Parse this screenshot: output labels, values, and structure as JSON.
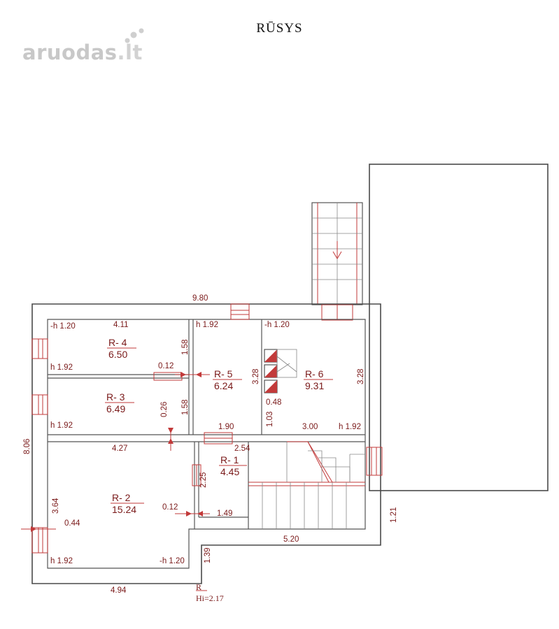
{
  "title": "RŪSYS",
  "logo": {
    "text": "aruodas",
    "suffix": ".lt"
  },
  "rooms": [
    {
      "id": "R- 4",
      "area": "6.50"
    },
    {
      "id": "R- 3",
      "area": "6.49"
    },
    {
      "id": "R- 5",
      "area": "6.24"
    },
    {
      "id": "R- 6",
      "area": "9.31"
    },
    {
      "id": "R- 1",
      "area": "4.45"
    },
    {
      "id": "R- 2",
      "area": "15.24"
    }
  ],
  "heights": [
    "-h 1.20",
    "h 1.92",
    "-h 1.20",
    "h 1.92",
    "h 1.92",
    "h 1.92",
    "h 1.92",
    "-h 1.20"
  ],
  "dimensions": [
    "9.80",
    "4.11",
    "0.12",
    "1.58",
    "3.28",
    "3.28",
    "0.26",
    "1.58",
    "0.48",
    "1.03",
    "1.90",
    "3.00",
    "4.27",
    "2.54",
    "8.06",
    "3.64",
    "0.44",
    "0.12",
    "2.25",
    "1.49",
    "1.21",
    "5.20",
    "1.39",
    "4.94"
  ],
  "footer": {
    "r": "R",
    "hi": "Hi=2.17"
  }
}
